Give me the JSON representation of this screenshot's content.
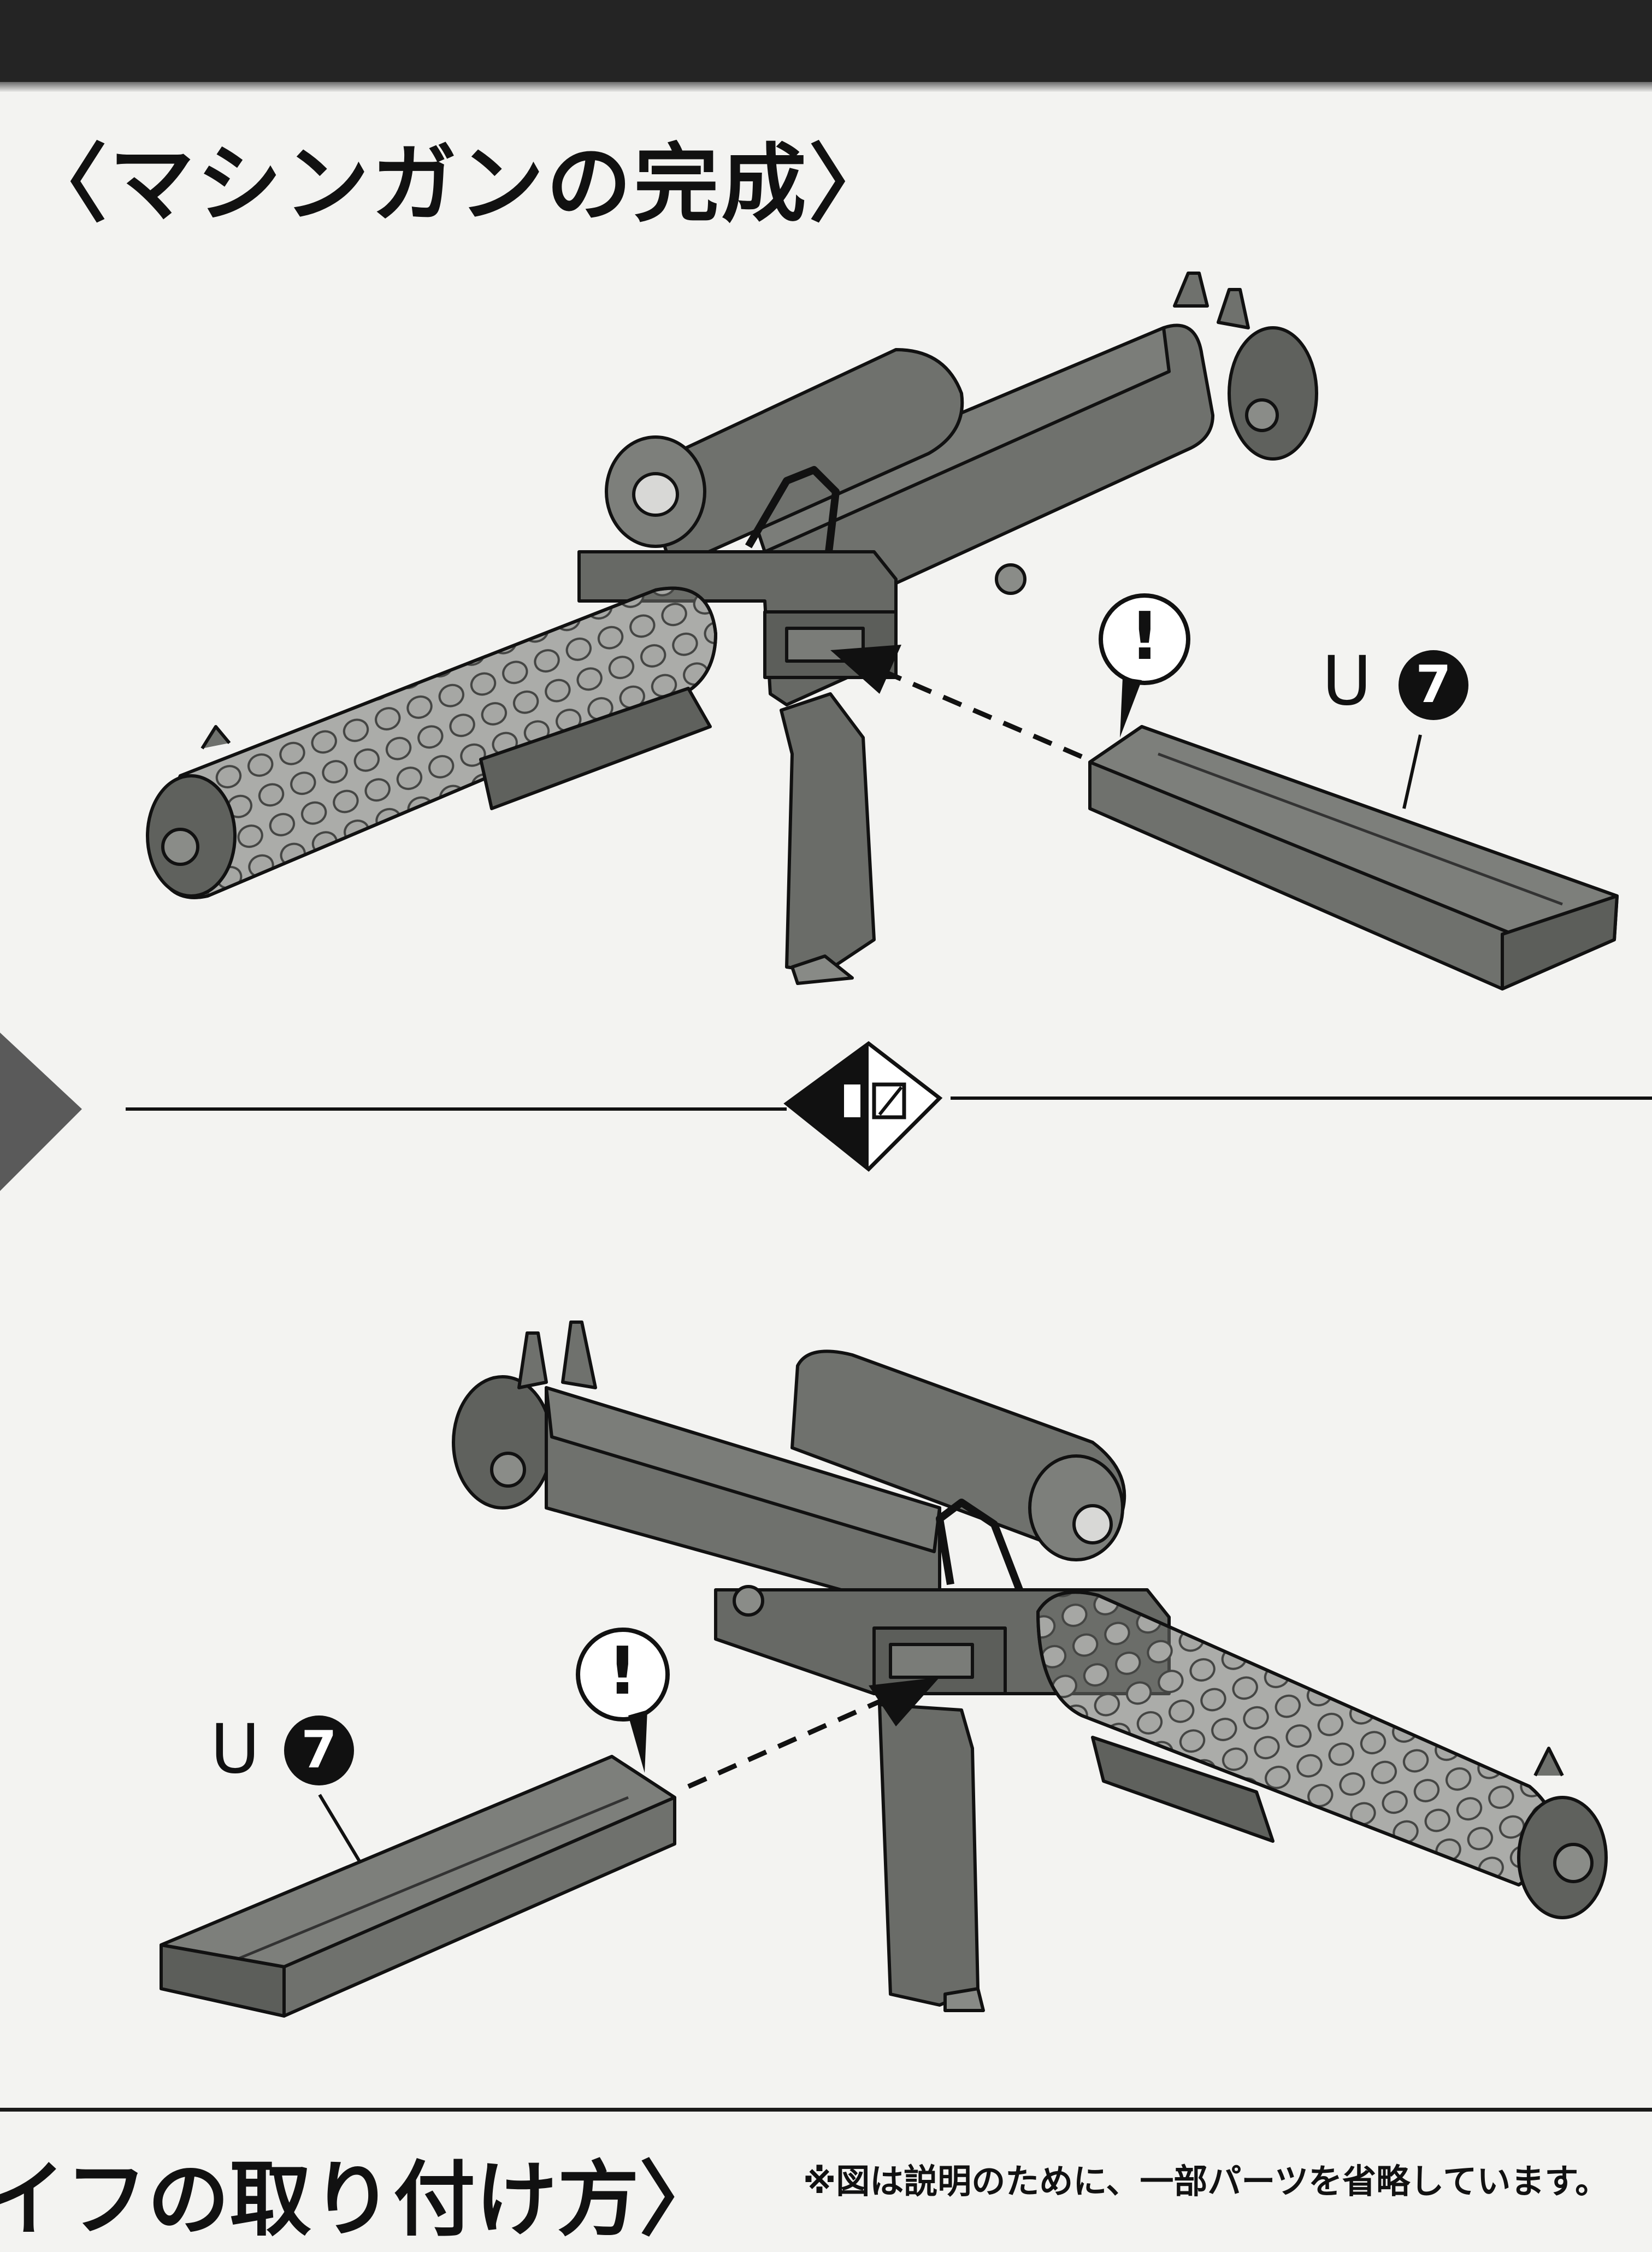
{
  "heading": "〈マシンガンの完成〉",
  "bottom_heading": "イフの取り付け方〉",
  "footnote": "※図は説明のために、一部パーツを省略しています。",
  "steps": [
    {
      "part_letter": "U",
      "part_number": "7",
      "alert_symbol": "!"
    },
    {
      "part_letter": "U",
      "part_number": "7",
      "alert_symbol": "!"
    }
  ],
  "colors": {
    "part_fill": "#6f716d",
    "part_dark": "#555753",
    "outline": "#111111",
    "paper": "#f3f3f1"
  },
  "icons": [
    "exclamation-callout-icon",
    "flip-view-icon",
    "dashed-arrow-icon"
  ]
}
